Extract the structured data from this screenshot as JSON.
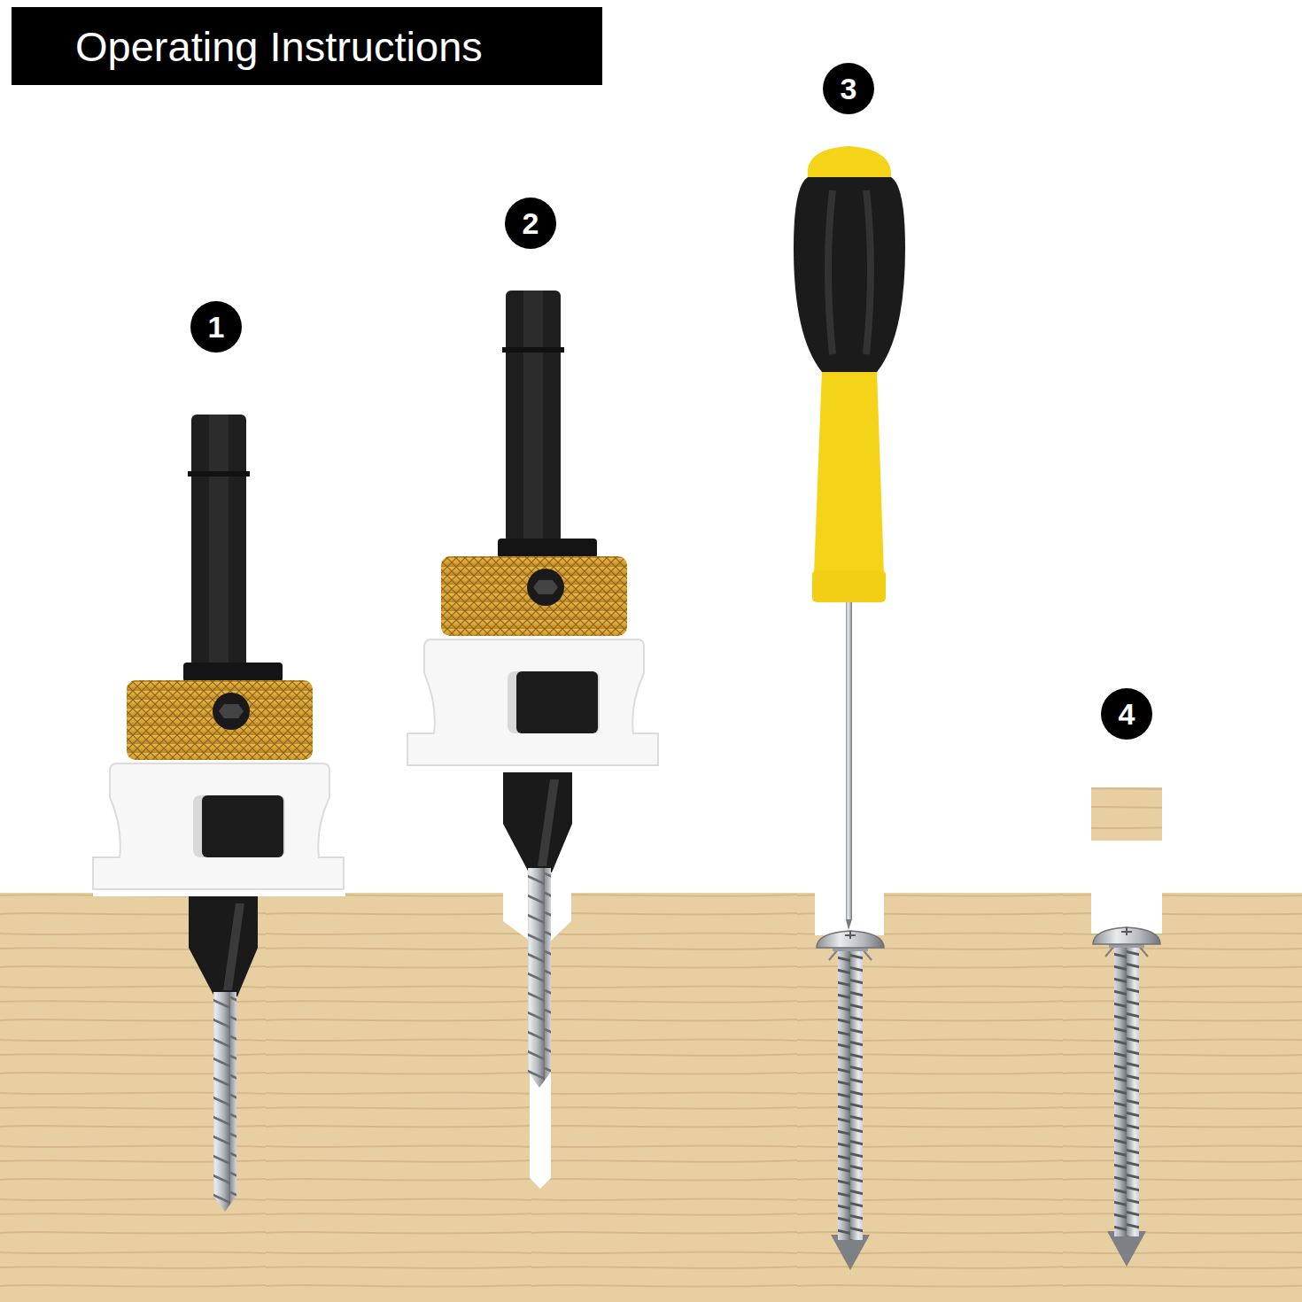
{
  "diagram": {
    "title": "Operating Instructions",
    "labels": [
      "1",
      "2",
      "3",
      "4"
    ]
  }
}
